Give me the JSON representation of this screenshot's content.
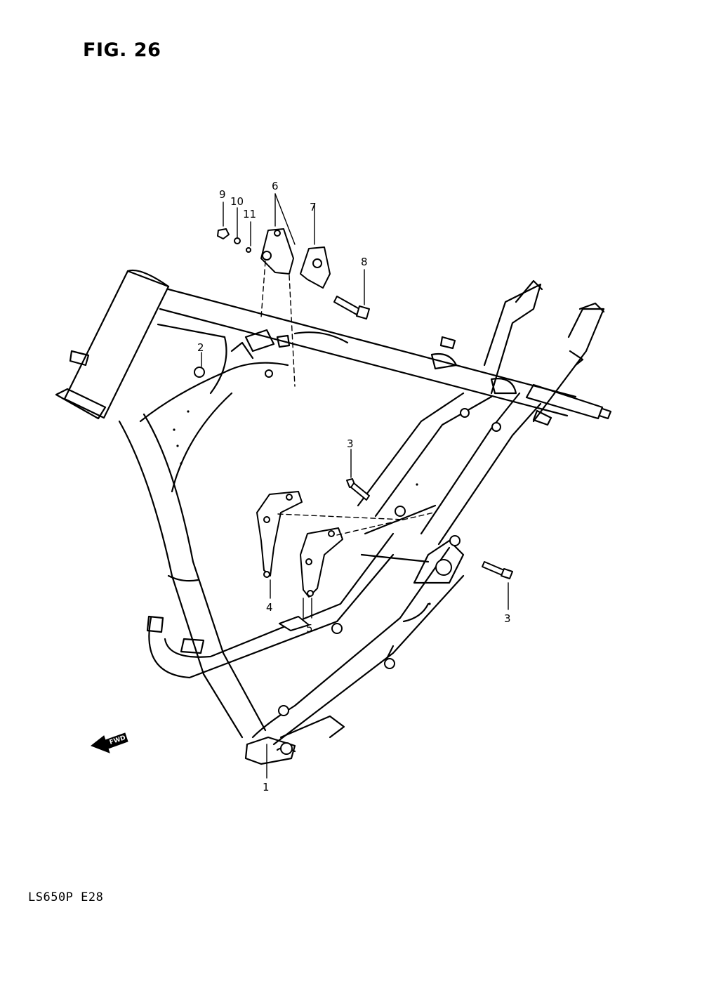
{
  "figure": {
    "title": "FIG. 26"
  },
  "model_code": "LS650P E28",
  "fwd_label": "FWD",
  "callouts": [
    {
      "number": "1"
    },
    {
      "number": "2"
    },
    {
      "number": "3"
    },
    {
      "number": "3"
    },
    {
      "number": "4"
    },
    {
      "number": "5"
    },
    {
      "number": "6"
    },
    {
      "number": "7"
    },
    {
      "number": "8"
    },
    {
      "number": "9"
    },
    {
      "number": "10"
    },
    {
      "number": "11"
    }
  ]
}
